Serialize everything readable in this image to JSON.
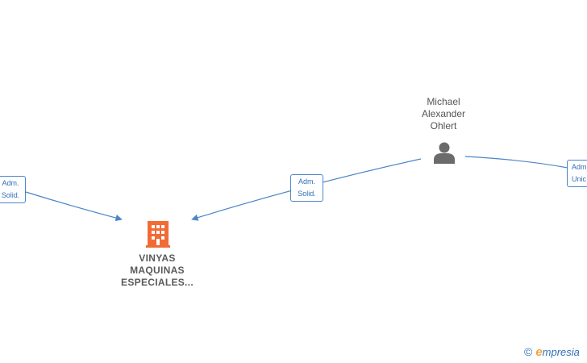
{
  "nodes": {
    "person": {
      "name_lines": [
        "Michael",
        "Alexander",
        "Ohlert"
      ],
      "icon": "person-icon"
    },
    "company": {
      "name_lines": [
        "VINYAS",
        "MAQUINAS",
        "ESPECIALES..."
      ],
      "icon": "building-icon"
    }
  },
  "edges": {
    "left": {
      "role_lines": [
        "Adm.",
        "Solid."
      ]
    },
    "center": {
      "role_lines": [
        "Adm.",
        "Solid."
      ]
    },
    "right": {
      "role_lines": [
        "Adm.",
        "Unic"
      ]
    }
  },
  "watermark": {
    "copyright": "©",
    "brand_first": "e",
    "brand_rest": "mpresia"
  },
  "colors": {
    "edge": "#4a86c8",
    "company_icon": "#f26b35",
    "person_icon": "#6b6b6b"
  }
}
